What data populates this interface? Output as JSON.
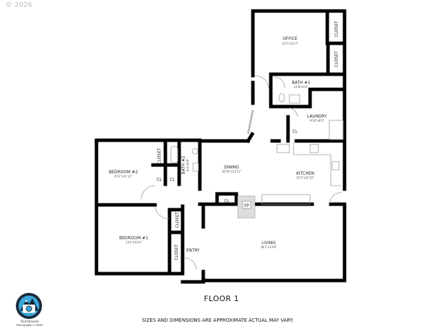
{
  "copyright": "© 2026",
  "floor_label": "FLOOR 1",
  "disclaimer": "SIZES AND DIMENSIONS ARE APPROXIMATE ACTUAL MAY VARY.",
  "logo": {
    "line1": "Northwest",
    "line2": "Photography & Media",
    "colors": {
      "ring": "#1a2a3a",
      "sky": "#3aa6d9"
    }
  },
  "rooms": {
    "office": {
      "name": "OFFICE",
      "dims": "13'7\"x11'7\""
    },
    "bath1": {
      "name": "BATH #1",
      "dims": "12'8\"x5'4\""
    },
    "laundry": {
      "name": "LAUNDRY",
      "dims": "9'10\"x8'5\""
    },
    "bedroom2": {
      "name": "BEDROOM #2",
      "dims": "9'11\"x11'11\""
    },
    "bath2": {
      "name": "BATH #2",
      "dims": "6'4\"x9'6\""
    },
    "dining": {
      "name": "DINING",
      "dims": "10'10\"x11'11\""
    },
    "kitchen": {
      "name": "KITCHEN",
      "dims": "15'2\"x11'11\""
    },
    "bedroom1": {
      "name": "BEDROOM #1",
      "dims": "13'4\"x12'4\""
    },
    "living": {
      "name": "LIVING",
      "dims": "26'1\"x13'8\""
    },
    "entry": {
      "name": "ENTRY"
    }
  },
  "labels": {
    "closet": "CLOSET",
    "cl": "CL",
    "fp": "FP"
  }
}
